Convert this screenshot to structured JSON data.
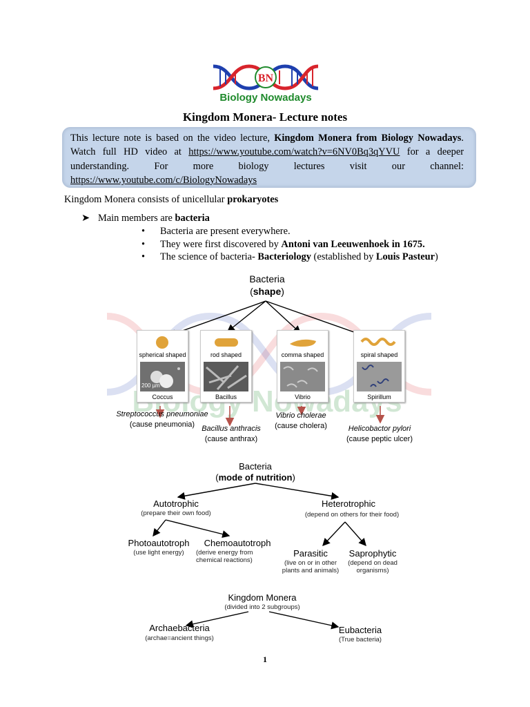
{
  "logo": {
    "initials": "BN",
    "name": "Biology Nowadays"
  },
  "title": "Kingdom Monera- Lecture notes",
  "intro": {
    "t1": "This lecture note is based on the video lecture, ",
    "b1": "Kingdom Monera from Biology Nowadays",
    "t2": ". Watch full HD video at ",
    "link1": "https://www.youtube.com/watch?v=6NV0Bq3qYVU",
    "t3": " for a deeper understanding. For more biology lectures visit our channel: ",
    "link2": "https://www.youtube.com/c/BiologyNowadays"
  },
  "para1": {
    "text": "Kingdom Monera consists of unicellular ",
    "bold": "prokaryotes"
  },
  "main_members": {
    "text": "Main members are ",
    "bold": "bacteria"
  },
  "bullets": [
    {
      "text": "Bacteria are present everywhere."
    },
    {
      "text": "They were first discovered by ",
      "bold": "Antoni van Leeuwenhoek in 1675."
    },
    {
      "text": "The science of bacteria- ",
      "bold": "Bacteriology",
      "text2": " (established by ",
      "bold2": "Louis Pasteur",
      "text3": ")"
    }
  ],
  "shape_fig": {
    "title": "Bacteria",
    "subtitle": "shape",
    "cards": [
      {
        "label": "spherical shaped",
        "caption": "Coccus",
        "scale": "200 µm",
        "example": "Streptococcus pneumoniae",
        "disease": "(cause pneumonia)"
      },
      {
        "label": "rod shaped",
        "caption": "Bacillus",
        "example": "Bacillus anthracis",
        "disease": "(cause anthrax)"
      },
      {
        "label": "comma shaped",
        "caption": "Vibrio",
        "example": "Vibrio cholerae",
        "disease": "(cause cholera)"
      },
      {
        "label": "spiral shaped",
        "caption": "Spirillum",
        "example": "Helicobactor pylori",
        "disease": "(cause peptic ulcer)"
      }
    ],
    "watermark": "Biology Nowadays"
  },
  "nutrition_fig": {
    "title": "Bacteria",
    "subtitle": "mode of nutrition",
    "auto": {
      "name": "Autotrophic",
      "note": "(prepare their own food)"
    },
    "hetero": {
      "name": "Heterotrophic",
      "note": "(depend on others for their food)"
    },
    "photo": {
      "name": "Photoautotroph",
      "note": "(use light energy)"
    },
    "chemo": {
      "name": "Chemoautotroph",
      "note1": "(derive energy from",
      "note2": "chemical reactions)"
    },
    "parasitic": {
      "name": "Parasitic",
      "note1": "(live on or in other",
      "note2": "plants and animals)"
    },
    "sapro": {
      "name": "Saprophytic",
      "note1": "(depend on dead",
      "note2": "organisms)"
    }
  },
  "monera_fig": {
    "title": "Kingdom Monera",
    "note": "(divided into 2 subgroups)",
    "archae": {
      "name": "Archaebacteria",
      "note": "(archae=ancient things)"
    },
    "eu": {
      "name": "Eubacteria",
      "note": "(True bacteria)"
    }
  },
  "page_number": "1",
  "colors": {
    "dna_blue": "#1e3fae",
    "dna_red": "#d8242c",
    "logo_green": "#1f8a2c",
    "box_bg": "#c5d5ea",
    "arrow_red": "#b5524a"
  }
}
